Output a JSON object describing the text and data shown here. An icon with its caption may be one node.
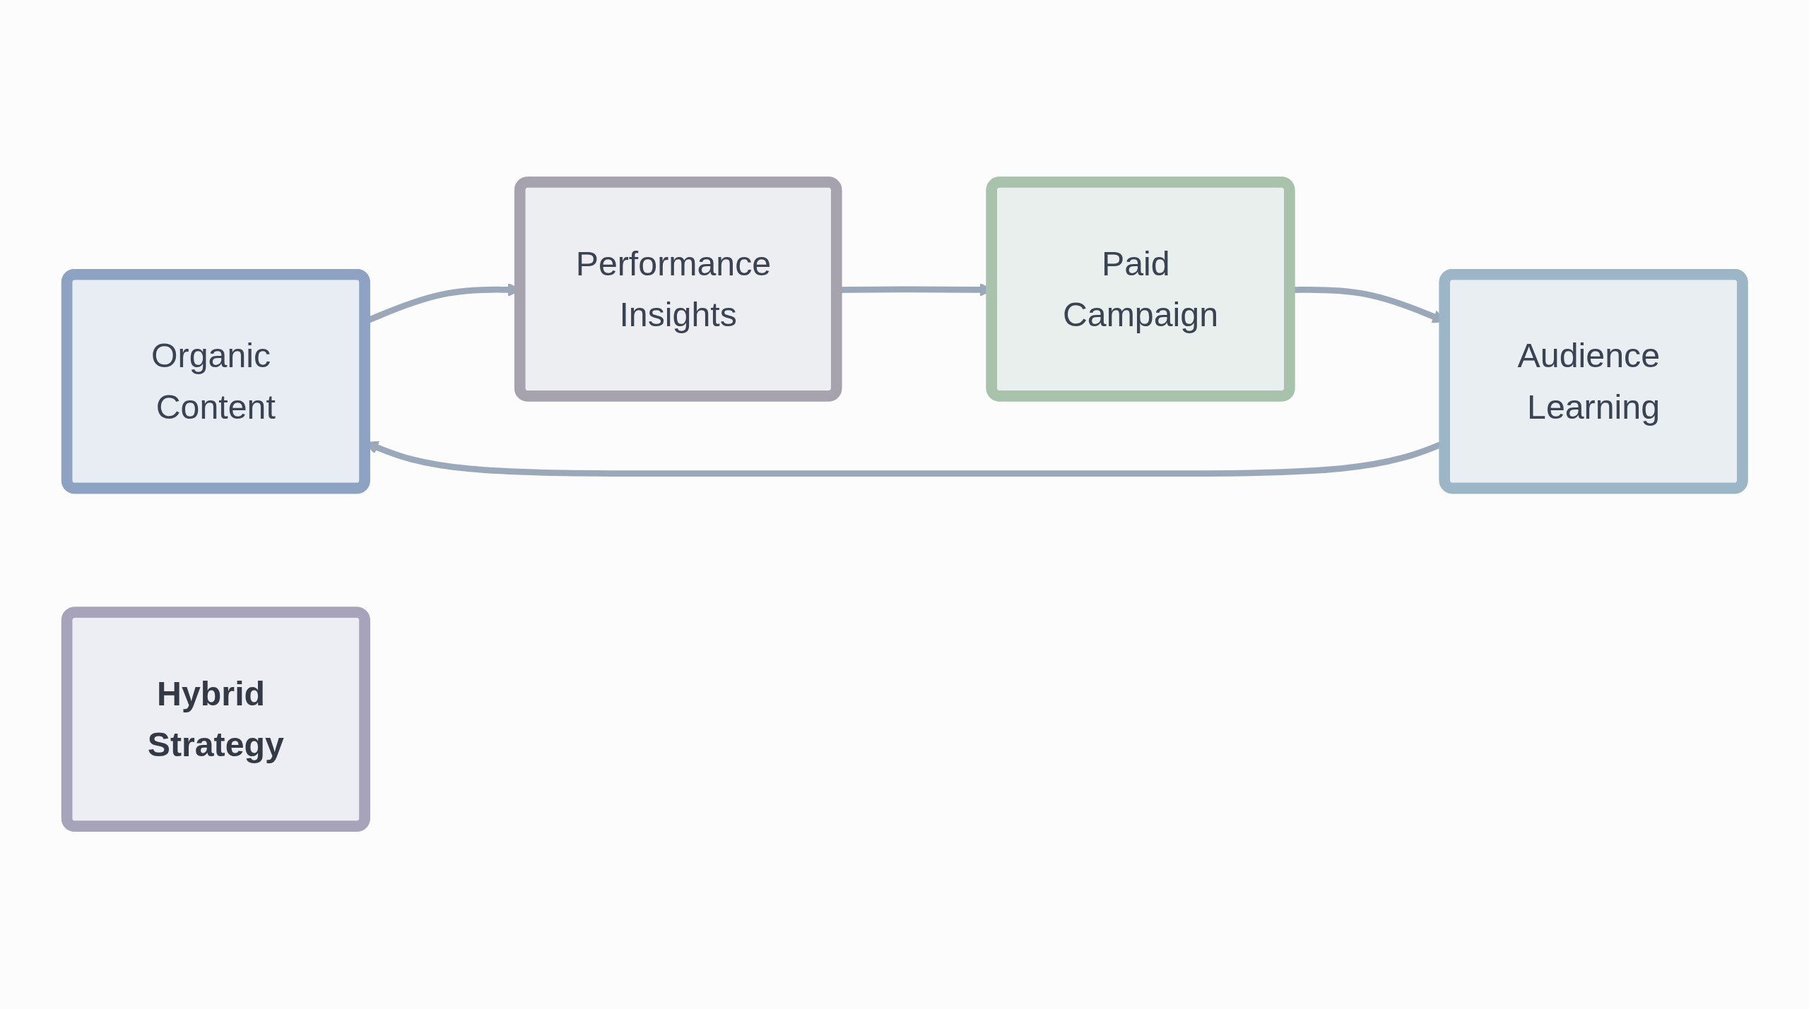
{
  "diagram": {
    "nodes": [
      {
        "text": [
          "Organic Content"
        ]
      },
      {
        "text": [
          "Audience Learning"
        ]
      },
      {
        "text": [
          "Hybrid Strategy"
        ]
      },
      {
        "text": [
          "Performance Insights"
        ]
      },
      {
        "text": [
          "Paid Campaign"
        ]
      }
    ],
    "edges": [
      {
        "from": 0,
        "to": 3,
        "arrow": "to"
      },
      {
        "from": 3,
        "to": 4,
        "arrow": "to"
      },
      {
        "from": 4,
        "to": 1,
        "arrow": "to"
      },
      {
        "from": 1,
        "to": 0,
        "arrow": "to"
      }
    ]
  }
}
